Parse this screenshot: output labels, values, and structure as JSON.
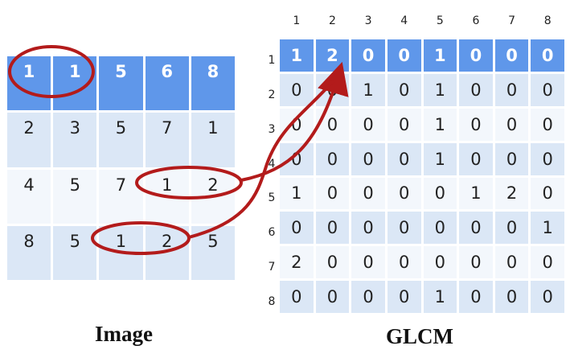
{
  "image": {
    "rows": [
      [
        "1",
        "1",
        "5",
        "6",
        "8"
      ],
      [
        "2",
        "3",
        "5",
        "7",
        "1"
      ],
      [
        "4",
        "5",
        "7",
        "1",
        "2"
      ],
      [
        "8",
        "5",
        "1",
        "2",
        "5"
      ]
    ],
    "caption": "Image"
  },
  "glcm": {
    "col_labels": [
      "1",
      "2",
      "3",
      "4",
      "5",
      "6",
      "7",
      "8"
    ],
    "row_labels": [
      "1",
      "2",
      "3",
      "4",
      "5",
      "6",
      "7",
      "8"
    ],
    "rows": [
      [
        "1",
        "2",
        "0",
        "0",
        "1",
        "0",
        "0",
        "0"
      ],
      [
        "0",
        "0",
        "1",
        "0",
        "1",
        "0",
        "0",
        "0"
      ],
      [
        "0",
        "0",
        "0",
        "0",
        "1",
        "0",
        "0",
        "0"
      ],
      [
        "0",
        "0",
        "0",
        "0",
        "1",
        "0",
        "0",
        "0"
      ],
      [
        "1",
        "0",
        "0",
        "0",
        "0",
        "1",
        "2",
        "0"
      ],
      [
        "0",
        "0",
        "0",
        "0",
        "0",
        "0",
        "0",
        "1"
      ],
      [
        "2",
        "0",
        "0",
        "0",
        "0",
        "0",
        "0",
        "0"
      ],
      [
        "0",
        "0",
        "0",
        "0",
        "1",
        "0",
        "0",
        "0"
      ]
    ],
    "caption": "GLCM"
  },
  "colors": {
    "header_blue": "#5f97ea",
    "cell_light": "#dbe7f6",
    "cell_white": "#f3f7fc",
    "annotation_red": "#b31b1b"
  }
}
